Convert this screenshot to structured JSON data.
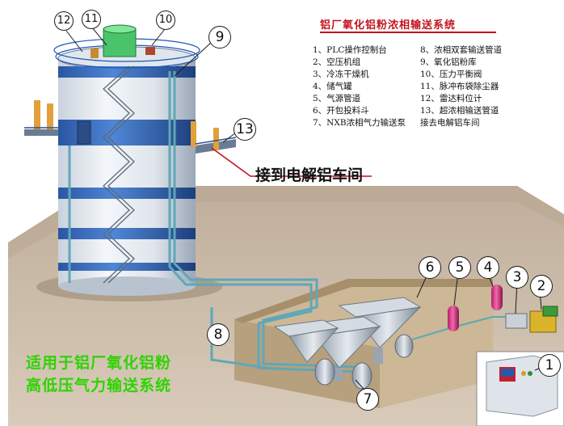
{
  "legend": {
    "title": "铝厂氧化铝粉浓相输送系统",
    "items": [
      "1、PLC操作控制台",
      "2、空压机组",
      "3、冷冻干燥机",
      "4、储气罐",
      "5、气源管道",
      "6、开包投料斗",
      "7、NXB浓相气力输送泵",
      "8、浓相双套输送管道",
      "9、氧化铝粉库",
      "10、压力平衡阀",
      "11、脉冲布袋除尘器",
      "12、雷达料位计",
      "13、超浓相输送管道",
      "接去电解铝车间"
    ]
  },
  "callouts": [
    "1",
    "2",
    "3",
    "4",
    "5",
    "6",
    "7",
    "8",
    "9",
    "10",
    "11",
    "12",
    "13"
  ],
  "connection_label": "接到电解铝车间",
  "caption": {
    "line1": "适用于铝厂氧化铝粉",
    "line2": "高低压气力输送系统"
  },
  "colors": {
    "title_red": "#c0141e",
    "caption_green": "#2ed400",
    "silo_blue": "#3a6fc4",
    "silo_white": "#e9eef5",
    "pipe": "#5fa7b8",
    "ground": "#c9b8a4",
    "pit": "#d8c6ab"
  }
}
